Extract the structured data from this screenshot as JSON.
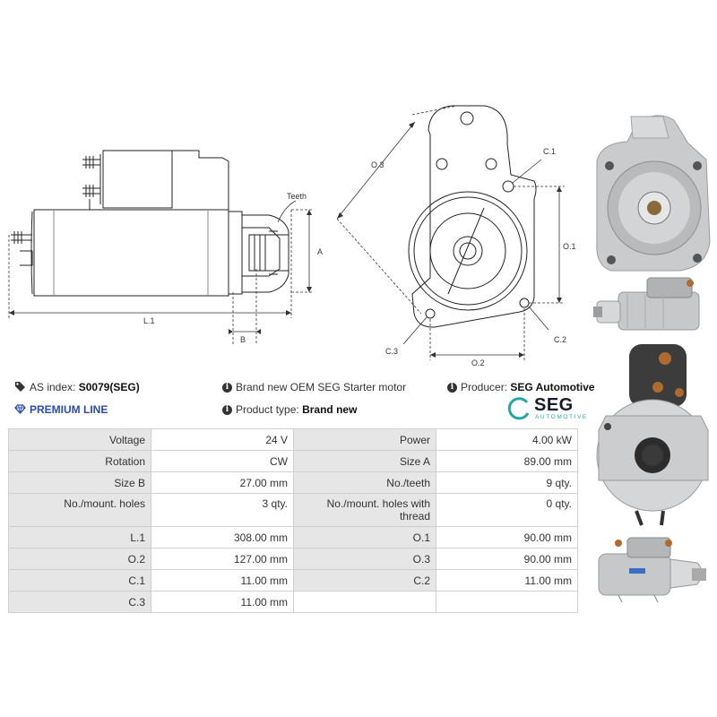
{
  "diagram": {
    "labels": {
      "teeth": "Teeth",
      "a": "A",
      "l1": "L.1",
      "b": "B",
      "o1": "O.1",
      "o2": "O.2",
      "o3": "O.3",
      "c1": "C.1",
      "c2": "C.2",
      "c3": "C.3"
    }
  },
  "info": {
    "as_index_label": "AS index:",
    "as_index_value": "S0079(SEG)",
    "description": "Brand new OEM SEG Starter motor",
    "producer_label": "Producer:",
    "producer_value": "SEG Automotive",
    "premium_line": "PREMIUM LINE",
    "product_type_label": "Product type:",
    "product_type_value": "Brand new"
  },
  "logo": {
    "name": "SEG",
    "subtitle": "AUTOMOTIVE",
    "accent_color": "#2aa6a0"
  },
  "specs": {
    "rows": [
      {
        "l1": "Voltage",
        "v1": "24 V",
        "l2": "Power",
        "v2": "4.00 kW"
      },
      {
        "l1": "Rotation",
        "v1": "CW",
        "l2": "Size A",
        "v2": "89.00 mm"
      },
      {
        "l1": "Size B",
        "v1": "27.00 mm",
        "l2": "No./teeth",
        "v2": "9 qty."
      },
      {
        "l1": "No./mount. holes",
        "v1": "3 qty.",
        "l2": "No./mount. holes with thread",
        "v2": "0 qty."
      },
      {
        "l1": "L.1",
        "v1": "308.00 mm",
        "l2": "O.1",
        "v2": "90.00 mm"
      },
      {
        "l1": "O.2",
        "v1": "127.00 mm",
        "l2": "O.3",
        "v2": "90.00 mm"
      },
      {
        "l1": "C.1",
        "v1": "11.00 mm",
        "l2": "C.2",
        "v2": "11.00 mm"
      },
      {
        "l1": "C.3",
        "v1": "11.00 mm",
        "l2": "",
        "v2": ""
      }
    ]
  }
}
